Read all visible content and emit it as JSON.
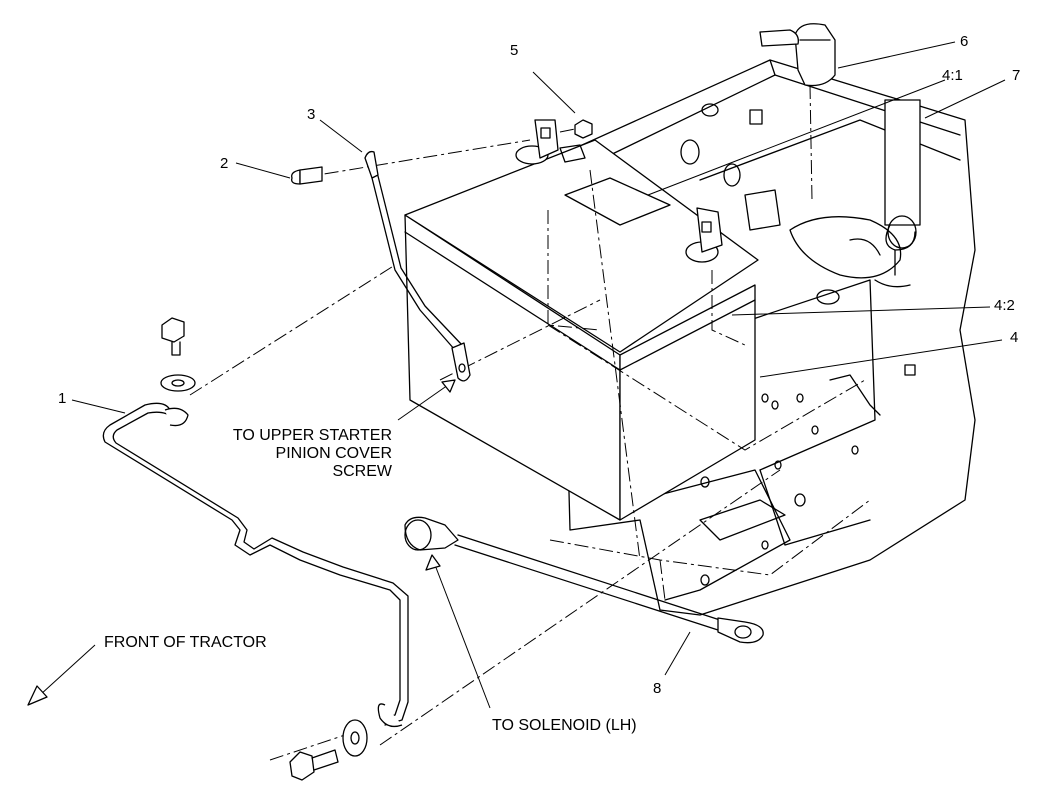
{
  "callouts": {
    "c1": "1",
    "c2": "2",
    "c3": "3",
    "c4": "4",
    "c4_1": "4:1",
    "c4_2": "4:2",
    "c5": "5",
    "c6": "6",
    "c7": "7",
    "c8": "8"
  },
  "notes": {
    "upper_starter_line1": "TO UPPER STARTER",
    "upper_starter_line2": "PINION COVER",
    "upper_starter_line3": "SCREW",
    "solenoid": "TO SOLENOID (LH)",
    "front": "FRONT OF TRACTOR"
  }
}
